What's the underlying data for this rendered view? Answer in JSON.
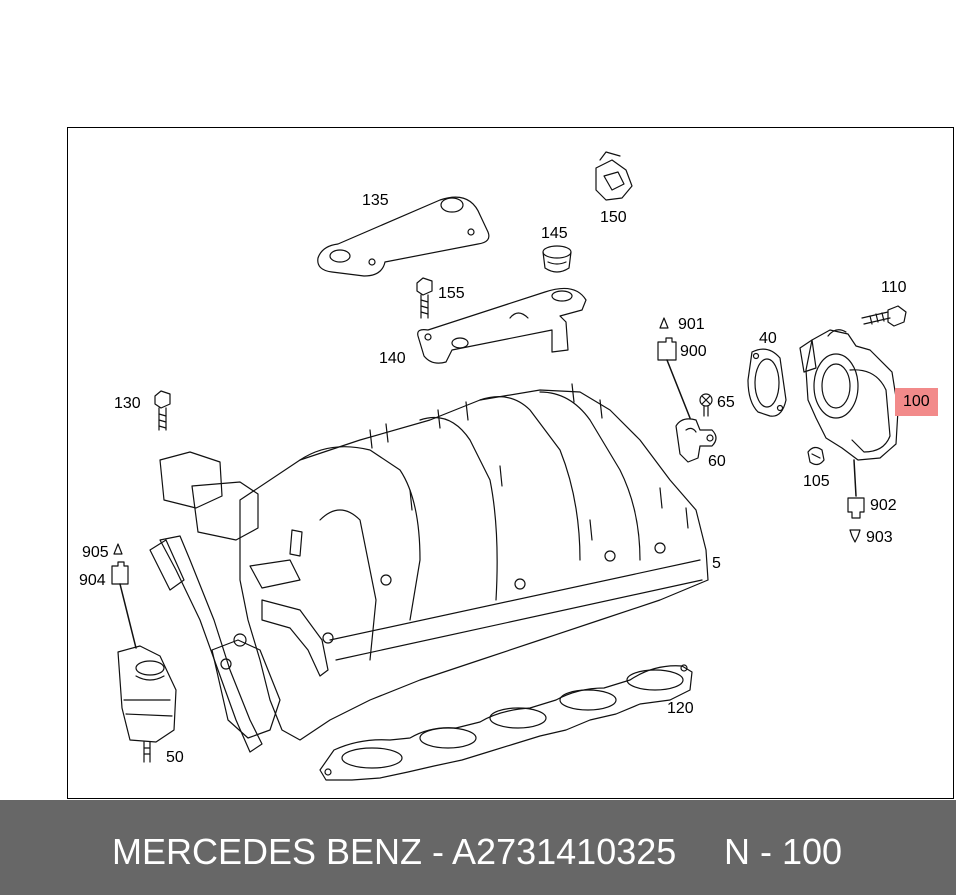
{
  "colors": {
    "line": "#111111",
    "highlight": "#f28a8a",
    "footer_bg": "#676767",
    "footer_text": "#ffffff"
  },
  "parts": {
    "p135": "135",
    "p145": "145",
    "p150": "150",
    "p155": "155",
    "p140": "140",
    "p901": "901",
    "p900": "900",
    "p40": "40",
    "p110": "110",
    "p100": "100",
    "p130": "130",
    "p65": "65",
    "p60": "60",
    "p105": "105",
    "p902": "902",
    "p903": "903",
    "p905": "905",
    "p904": "904",
    "p5": "5",
    "p120": "120",
    "p50": "50"
  },
  "footer": {
    "brand_part": "MERCEDES BENZ - A2731410325",
    "ref": "N - 100"
  }
}
